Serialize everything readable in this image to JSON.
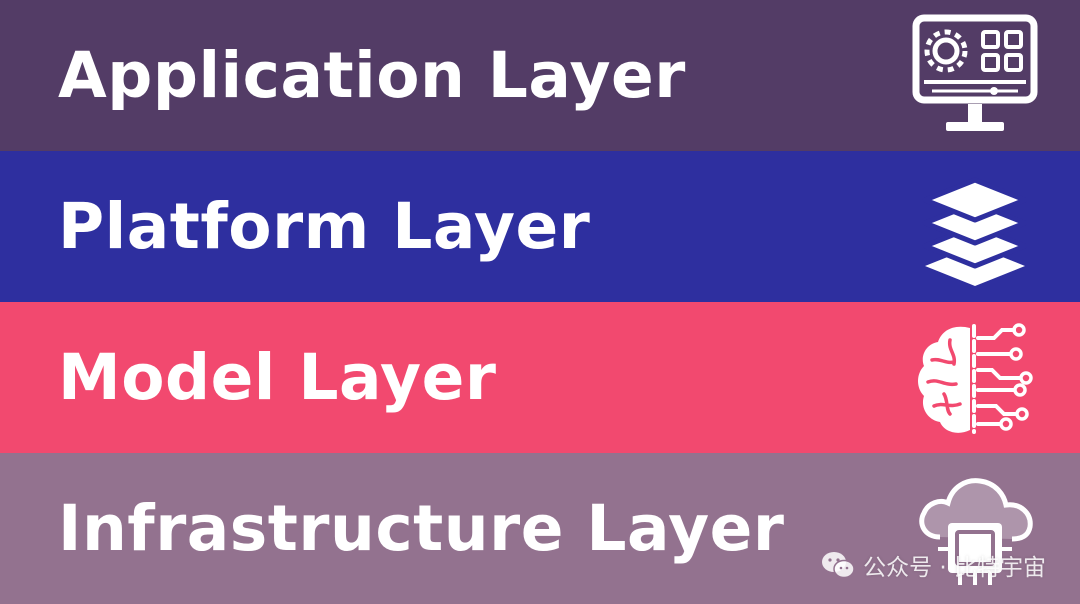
{
  "layers": [
    {
      "label": "Application Layer",
      "icon": "monitor-settings-icon",
      "color": "#533c66"
    },
    {
      "label": "Platform Layer",
      "icon": "layers-stack-icon",
      "color": "#2e2f9f"
    },
    {
      "label": "Model Layer",
      "icon": "brain-circuit-icon",
      "color": "#f2496f"
    },
    {
      "label": "Infrastructure Layer",
      "icon": "cloud-chip-icon",
      "color": "#93728f"
    }
  ],
  "watermark": {
    "text": "公众号 · 比特宇宙",
    "icon": "wechat-icon"
  }
}
